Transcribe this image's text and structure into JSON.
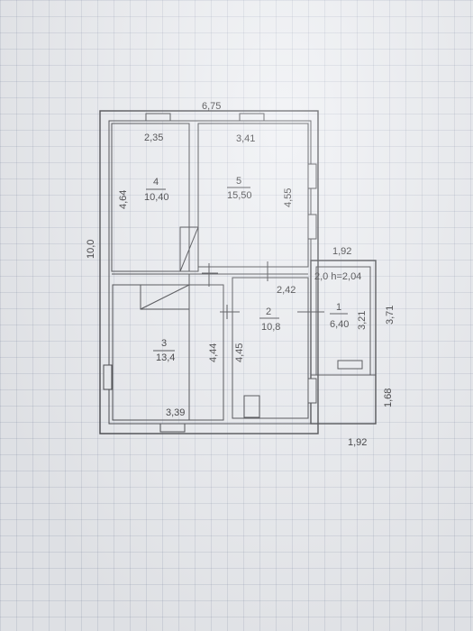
{
  "plan": {
    "overall_width": "6,75",
    "overall_height": "10,0",
    "room4": {
      "number": "4",
      "area": "10,40",
      "top": "2,35",
      "side": "4,64"
    },
    "room5": {
      "number": "5",
      "area": "15,50",
      "top": "3,41",
      "side": "4,55"
    },
    "room3": {
      "number": "3",
      "area": "13,4",
      "bottom": "3,39",
      "left_side": "4,44"
    },
    "room2": {
      "number": "2",
      "area": "10,8",
      "side": "4,45",
      "top": "2,42"
    },
    "room1": {
      "number": "1",
      "area": "6,40",
      "header": "2,0  h=2,04",
      "side": "3,21"
    },
    "annex": {
      "top": "1,92",
      "height_upper": "3,71",
      "height_lower": "1,68",
      "bottom": "1,92"
    }
  }
}
